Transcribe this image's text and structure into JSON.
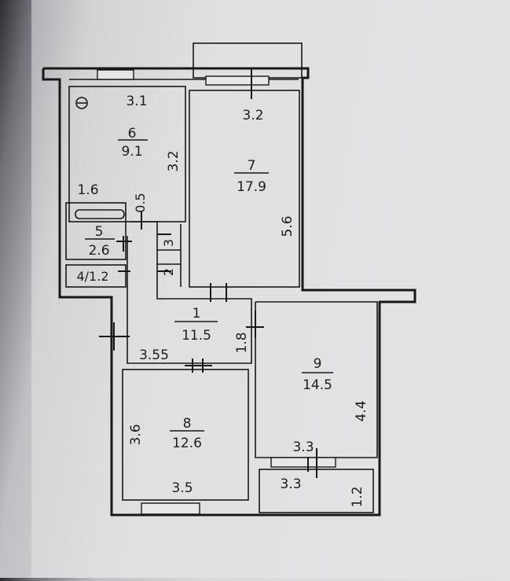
{
  "rooms": [
    {
      "id": "r6",
      "number": "6",
      "area": "9.1"
    },
    {
      "id": "r7",
      "number": "7",
      "area": "17.9"
    },
    {
      "id": "r5",
      "number": "5",
      "area": "2.6"
    },
    {
      "id": "r4",
      "label": "4/1.2"
    },
    {
      "id": "r1",
      "number": "1",
      "area": "11.5"
    },
    {
      "id": "r9",
      "number": "9",
      "area": "14.5"
    },
    {
      "id": "r8",
      "number": "8",
      "area": "12.6"
    }
  ],
  "dimensions": {
    "d_3_1": "3.1",
    "d_3_2_top": "3.2",
    "d_3_2_vert": "3.2",
    "d_1_6": "1.6",
    "d_0_5": "0.5",
    "d_5_6": "5.6",
    "d_3": "3",
    "d_2": "2",
    "d_1_8": "1.8",
    "d_3_55": "3.55",
    "d_3_6": "3.6",
    "d_3_5": "3.5",
    "d_4_4": "4.4",
    "d_3_3_a": "3.3",
    "d_3_3_b": "3.3",
    "d_1_2": "1.2"
  }
}
